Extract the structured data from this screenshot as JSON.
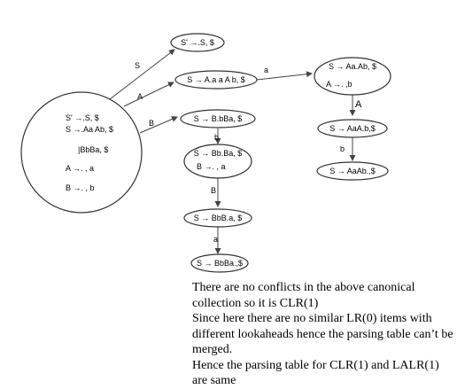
{
  "diagram": {
    "nodes": {
      "start": [
        "S' →.S, $",
        "S →.Aa Ab, $",
        "|BbBa, $",
        "A →. , a",
        "B →. , b"
      ],
      "n_s": "S' →.S, $",
      "n_a": "S → A.a a A b, $",
      "n_b": "S → B.bBa, $",
      "n_aa": [
        "S → Aa.Ab, $",
        "A →. ,b"
      ],
      "n_bb": [
        "S → Bb.Ba, $",
        "B →. , a"
      ],
      "n_bbb": "S → BbB.a, $",
      "n_bbba": "S → BbBa.,$",
      "n_aaa": "S → AaA.b,$",
      "n_aaab": "S → AaAb.,$"
    },
    "edges": {
      "s": "S",
      "a1": "A",
      "b1": "B",
      "a2": "a",
      "a3": "A",
      "b2": "b",
      "b3": "b",
      "b4": "B",
      "a4": "a"
    }
  },
  "caption": [
    "There are no conflicts in the above canonical collection so it is CLR(1)",
    "Since here there are no similar LR(0) items with different lookaheads hence the parsing table can’t be merged.",
    "Hence the parsing table for CLR(1) and LALR(1) are same"
  ]
}
